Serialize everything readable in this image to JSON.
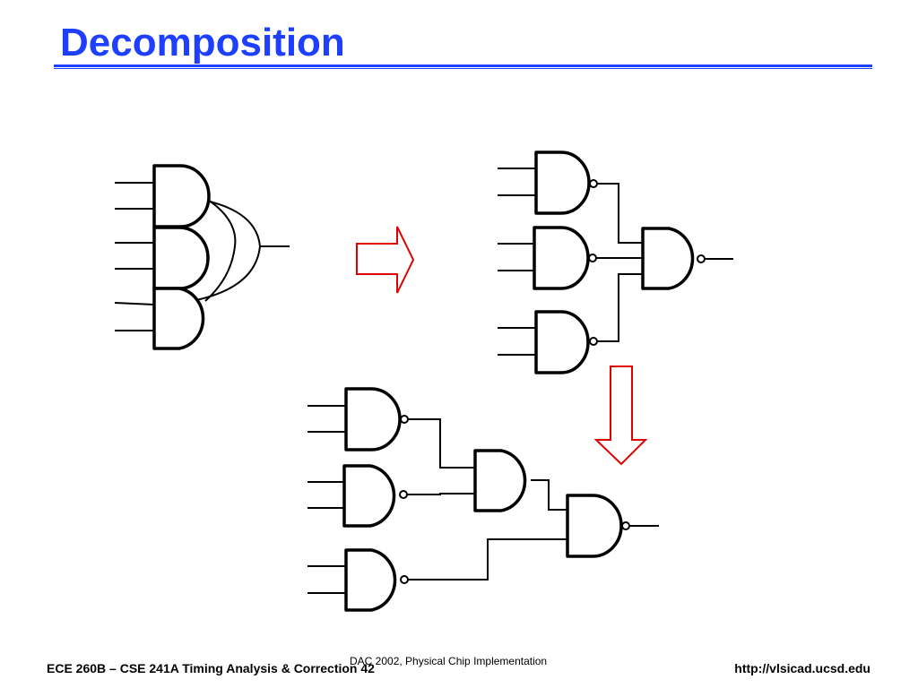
{
  "slide": {
    "title": "Decomposition",
    "title_color": "#1f3fff"
  },
  "footer": {
    "left": "ECE 260B – CSE 241A Timing Analysis & Correction 42",
    "center": "DAC 2002, Physical Chip Implementation",
    "right": "http://vlsicad.ucsd.edu"
  },
  "diagram": {
    "original": {
      "gate": "6-input AND-OR",
      "inputs": 6
    },
    "step1": {
      "gates": [
        "NAND",
        "NAND",
        "NAND",
        "NAND"
      ]
    },
    "step2": {
      "gates": [
        "NAND",
        "NAND",
        "AND",
        "NAND",
        "NAND"
      ]
    },
    "arrow_color": "#e00000"
  }
}
